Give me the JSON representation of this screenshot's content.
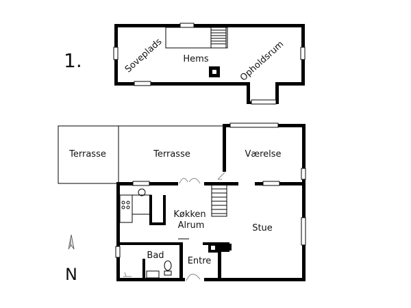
{
  "floor_number": "1.",
  "compass_label": "N",
  "upper_floor": {
    "rooms": {
      "soveplads": "Soveplads",
      "hems": "Hems",
      "opholdsrum": "Opholdsrum"
    }
  },
  "ground_floor": {
    "rooms": {
      "terrasse_left": "Terrasse",
      "terrasse_mid": "Terrasse",
      "vaerelse": "Værelse",
      "kokken": "Køkken",
      "alrum": "Alrum",
      "stue": "Stue",
      "bad": "Bad",
      "entre": "Entre"
    }
  },
  "colors": {
    "wall": "#000000",
    "window": "#ffffff",
    "fixture": "#888888"
  }
}
